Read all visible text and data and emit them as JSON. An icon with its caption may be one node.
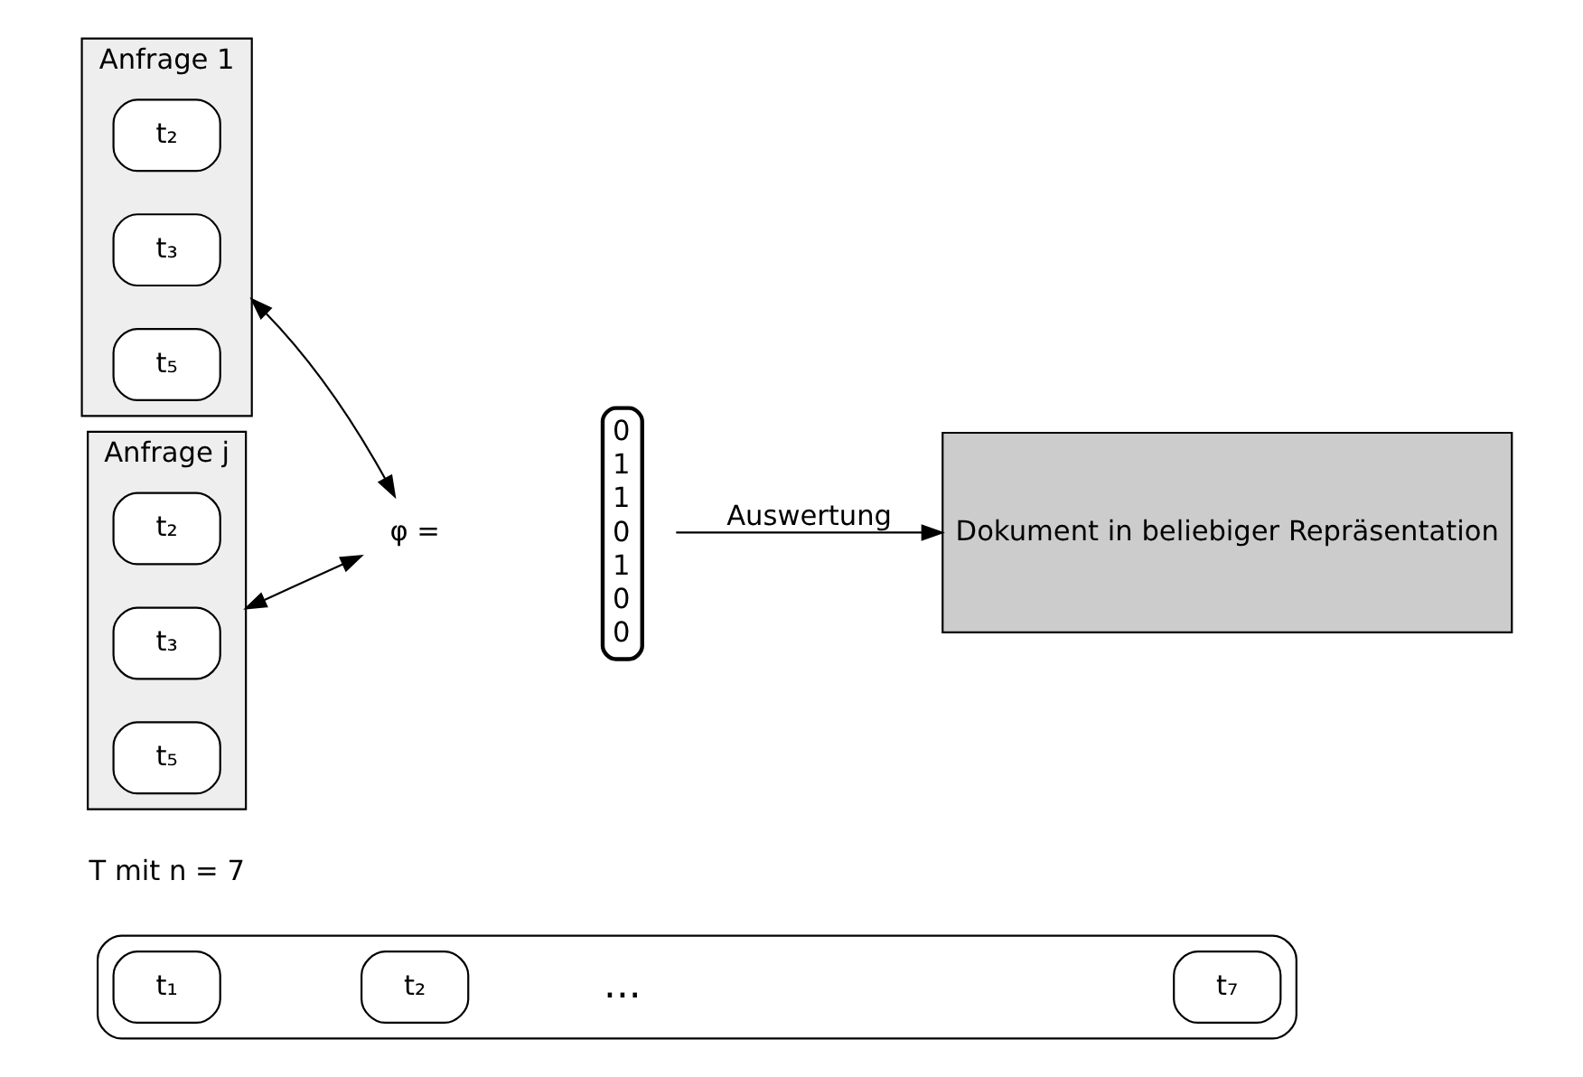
{
  "diagram": {
    "nodes": [
      {
        "text": [],
        "shape": "box",
        "beside": [
          "T mit n = 7"
        ]
      },
      {
        "text": [
          "t₁"
        ],
        "in": 0
      },
      {
        "text": [
          "t₂"
        ],
        "in": 0
      },
      {
        "text": [
          "t₇"
        ],
        "in": 0
      },
      {
        "text": [
          "Anfrage 1"
        ]
      },
      {
        "text": [
          "t₂"
        ],
        "in": 4
      },
      {
        "text": [
          "t₃"
        ],
        "in": 4
      },
      {
        "text": [
          "t₅"
        ],
        "in": 4
      },
      {
        "text": [
          "Anfrage j"
        ]
      },
      {
        "text": [
          "t₂"
        ],
        "in": 8
      },
      {
        "text": [
          "t₃"
        ],
        "in": 8
      },
      {
        "text": [
          "t₅"
        ],
        "in": 8
      },
      {
        "text": [
          "φ ="
        ]
      },
      {
        "text": [
          "0 1 1 0 1 0 0"
        ]
      },
      {
        "text": [
          "Dokument in beliebiger Repräsentation"
        ]
      }
    ],
    "edges": [
      {
        "from": 4,
        "to": 12,
        "arrow": "both"
      },
      {
        "from": 8,
        "to": 12,
        "arrow": "both"
      },
      {
        "from": 13,
        "to": 14,
        "arrow": "to",
        "label": "Auswertung"
      }
    ],
    "labels": [
      "..."
    ]
  }
}
